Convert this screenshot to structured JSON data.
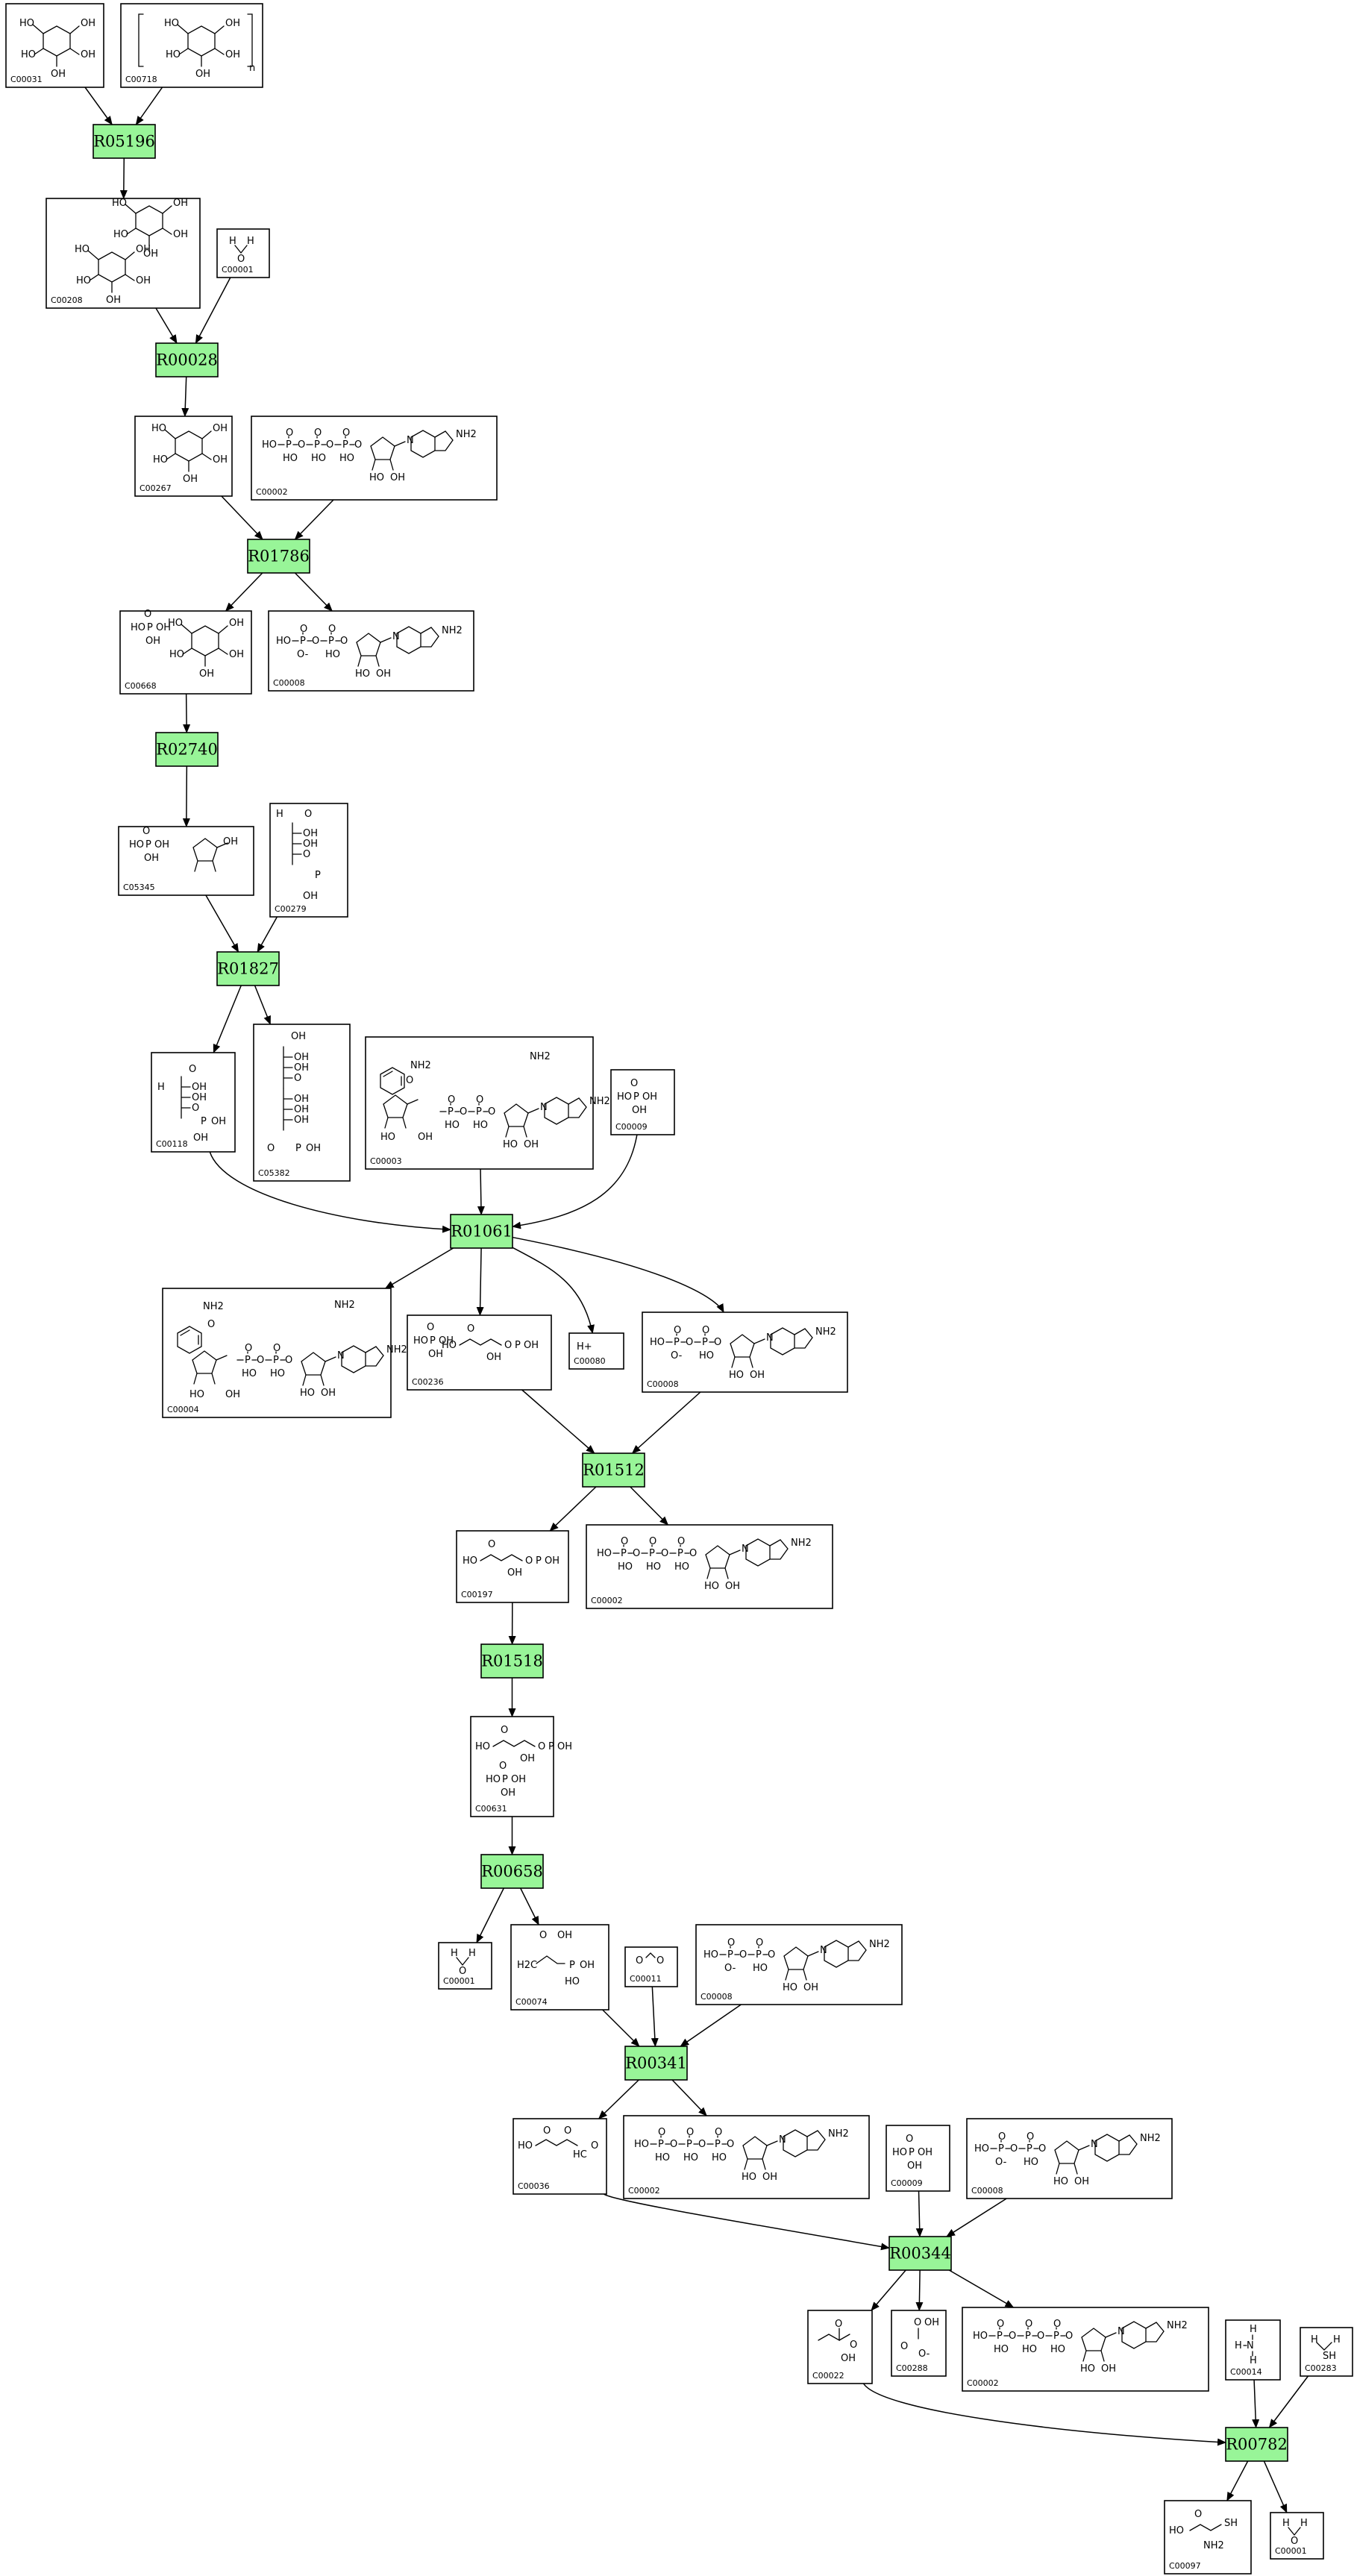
{
  "colors": {
    "reaction_fill": "#98f598",
    "stroke": "#000000",
    "background": "#ffffff"
  },
  "reactions": [
    {
      "id": "R05196",
      "label": "R05196"
    },
    {
      "id": "R00028",
      "label": "R00028"
    },
    {
      "id": "R01786",
      "label": "R01786"
    },
    {
      "id": "R02740",
      "label": "R02740"
    },
    {
      "id": "R01827",
      "label": "R01827"
    },
    {
      "id": "R01061",
      "label": "R01061"
    },
    {
      "id": "R01512",
      "label": "R01512"
    },
    {
      "id": "R01518",
      "label": "R01518"
    },
    {
      "id": "R00658",
      "label": "R00658"
    },
    {
      "id": "R00341",
      "label": "R00341"
    },
    {
      "id": "R00344",
      "label": "R00344"
    },
    {
      "id": "R00782",
      "label": "R00782"
    }
  ],
  "compounds": [
    {
      "id": "n1",
      "label": "C00031"
    },
    {
      "id": "n2",
      "label": "C00718"
    },
    {
      "id": "n3",
      "label": "C00208"
    },
    {
      "id": "n4",
      "label": "C00001"
    },
    {
      "id": "n5",
      "label": "C00267"
    },
    {
      "id": "n6",
      "label": "C00002"
    },
    {
      "id": "n7",
      "label": "C00668"
    },
    {
      "id": "n8",
      "label": "C00008"
    },
    {
      "id": "n9",
      "label": "C05345"
    },
    {
      "id": "n10",
      "label": "C00279"
    },
    {
      "id": "n11",
      "label": "C00118"
    },
    {
      "id": "n12",
      "label": "C05382"
    },
    {
      "id": "n13",
      "label": "C00003"
    },
    {
      "id": "n14",
      "label": "C00009"
    },
    {
      "id": "n15",
      "label": "C00004"
    },
    {
      "id": "n16",
      "label": "C00236"
    },
    {
      "id": "n17",
      "label": "C00080"
    },
    {
      "id": "n18",
      "label": "C00008"
    },
    {
      "id": "n19",
      "label": "C00197"
    },
    {
      "id": "n20",
      "label": "C00002"
    },
    {
      "id": "n21",
      "label": "C00631"
    },
    {
      "id": "n22",
      "label": "C00001"
    },
    {
      "id": "n23",
      "label": "C00074"
    },
    {
      "id": "n24",
      "label": "C00011"
    },
    {
      "id": "n25",
      "label": "C00008"
    },
    {
      "id": "n26",
      "label": "C00036"
    },
    {
      "id": "n27",
      "label": "C00002"
    },
    {
      "id": "n28",
      "label": "C00009"
    },
    {
      "id": "n29",
      "label": "C00008"
    },
    {
      "id": "n30",
      "label": "C00022"
    },
    {
      "id": "n31",
      "label": "C00288"
    },
    {
      "id": "n32",
      "label": "C00002"
    },
    {
      "id": "n33",
      "label": "C00014"
    },
    {
      "id": "n34",
      "label": "C00283"
    },
    {
      "id": "n35",
      "label": "C00097"
    },
    {
      "id": "n36",
      "label": "C00001"
    }
  ],
  "structure_text": {
    "oh": "OH",
    "ho": "HO",
    "o": "O",
    "h": "H",
    "n": "N",
    "nh2": "NH2",
    "h_plus": "H+",
    "p": "P",
    "sh": "SH",
    "o_minus": "O-",
    "n_bracket": "n",
    "h2c": "H2C",
    "hc": "HC"
  }
}
